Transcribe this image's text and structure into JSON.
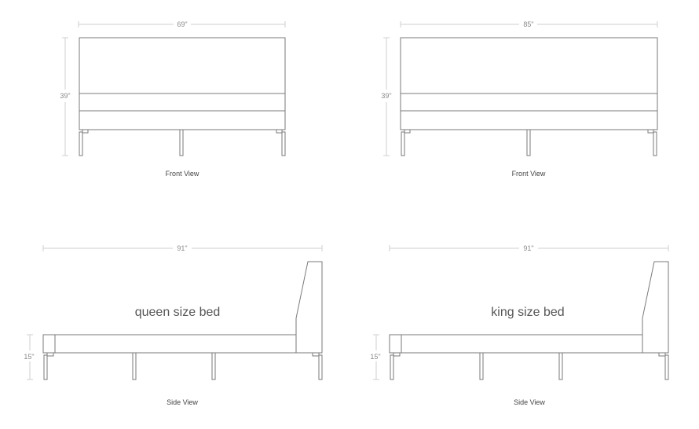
{
  "diagrams": {
    "queen_front": {
      "width_dim": "69\"",
      "height_dim": "39\"",
      "view_label": "Front View"
    },
    "king_front": {
      "width_dim": "85\"",
      "height_dim": "39\"",
      "view_label": "Front View"
    },
    "queen_side": {
      "length_dim": "91\"",
      "height_dim": "15\"",
      "bed_label": "queen size bed",
      "view_label": "Side View"
    },
    "king_side": {
      "length_dim": "91\"",
      "height_dim": "15\"",
      "bed_label": "king size bed",
      "view_label": "Side View"
    }
  },
  "colors": {
    "line": "#7a7a7a",
    "dim_line": "#c8c8c8",
    "dim_text": "#8a8a8a"
  }
}
